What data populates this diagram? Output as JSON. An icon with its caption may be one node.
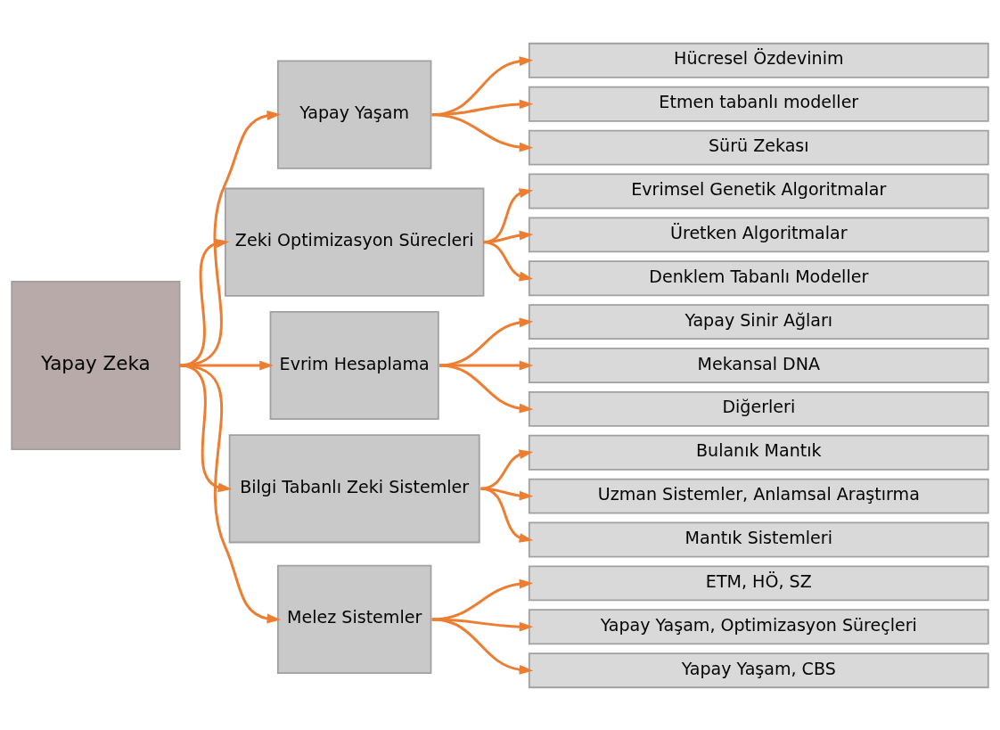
{
  "diagram": {
    "nodes": [
      {
        "text": [
          "Yapay Zeka"
        ]
      },
      {
        "text": [
          "Yapay Yaşam"
        ]
      },
      {
        "text": [
          "Hücresel Özdevinim"
        ]
      },
      {
        "text": [
          "Etmen tabanlı modeller"
        ]
      },
      {
        "text": [
          "Sürü Zekası"
        ]
      },
      {
        "text": [
          "Zeki Optimizasyon Sürecleri"
        ]
      },
      {
        "text": [
          "Evrimsel Genetik Algoritmalar"
        ]
      },
      {
        "text": [
          "Üretken Algoritmalar"
        ]
      },
      {
        "text": [
          "Denklem Tabanlı Modeller"
        ]
      },
      {
        "text": [
          "Evrim Hesaplama"
        ]
      },
      {
        "text": [
          "Yapay Sinir Ağları"
        ]
      },
      {
        "text": [
          "Mekansal DNA"
        ]
      },
      {
        "text": [
          "Diğerleri"
        ]
      },
      {
        "text": [
          "Bilgi Tabanlı Zeki Sistemler"
        ]
      },
      {
        "text": [
          "Bulanık Mantık"
        ]
      },
      {
        "text": [
          "Uzman Sistemler, Anlamsal Araştırma"
        ]
      },
      {
        "text": [
          "Mantık Sistemleri"
        ]
      },
      {
        "text": [
          "Melez Sistemler"
        ]
      },
      {
        "text": [
          "ETM, HÖ, SZ"
        ]
      },
      {
        "text": [
          "Yapay Yaşam, Optimizasyon Süreçleri"
        ]
      },
      {
        "text": [
          "Yapay Yaşam, CBS"
        ]
      }
    ],
    "edges": [
      {
        "from": 0,
        "to": 1,
        "arrow": "to"
      },
      {
        "from": 0,
        "to": 5,
        "arrow": "to"
      },
      {
        "from": 0,
        "to": 9,
        "arrow": "to"
      },
      {
        "from": 0,
        "to": 13,
        "arrow": "to"
      },
      {
        "from": 0,
        "to": 17,
        "arrow": "to"
      },
      {
        "from": 1,
        "to": 2,
        "arrow": "to"
      },
      {
        "from": 1,
        "to": 3,
        "arrow": "to"
      },
      {
        "from": 1,
        "to": 4,
        "arrow": "to"
      },
      {
        "from": 5,
        "to": 6,
        "arrow": "to"
      },
      {
        "from": 5,
        "to": 7,
        "arrow": "to"
      },
      {
        "from": 5,
        "to": 8,
        "arrow": "to"
      },
      {
        "from": 9,
        "to": 10,
        "arrow": "to"
      },
      {
        "from": 9,
        "to": 11,
        "arrow": "to"
      },
      {
        "from": 9,
        "to": 12,
        "arrow": "to"
      },
      {
        "from": 13,
        "to": 14,
        "arrow": "to"
      },
      {
        "from": 13,
        "to": 15,
        "arrow": "to"
      },
      {
        "from": 13,
        "to": 16,
        "arrow": "to"
      },
      {
        "from": 17,
        "to": 18,
        "arrow": "to"
      },
      {
        "from": 17,
        "to": 19,
        "arrow": "to"
      },
      {
        "from": 17,
        "to": 20,
        "arrow": "to"
      }
    ]
  }
}
